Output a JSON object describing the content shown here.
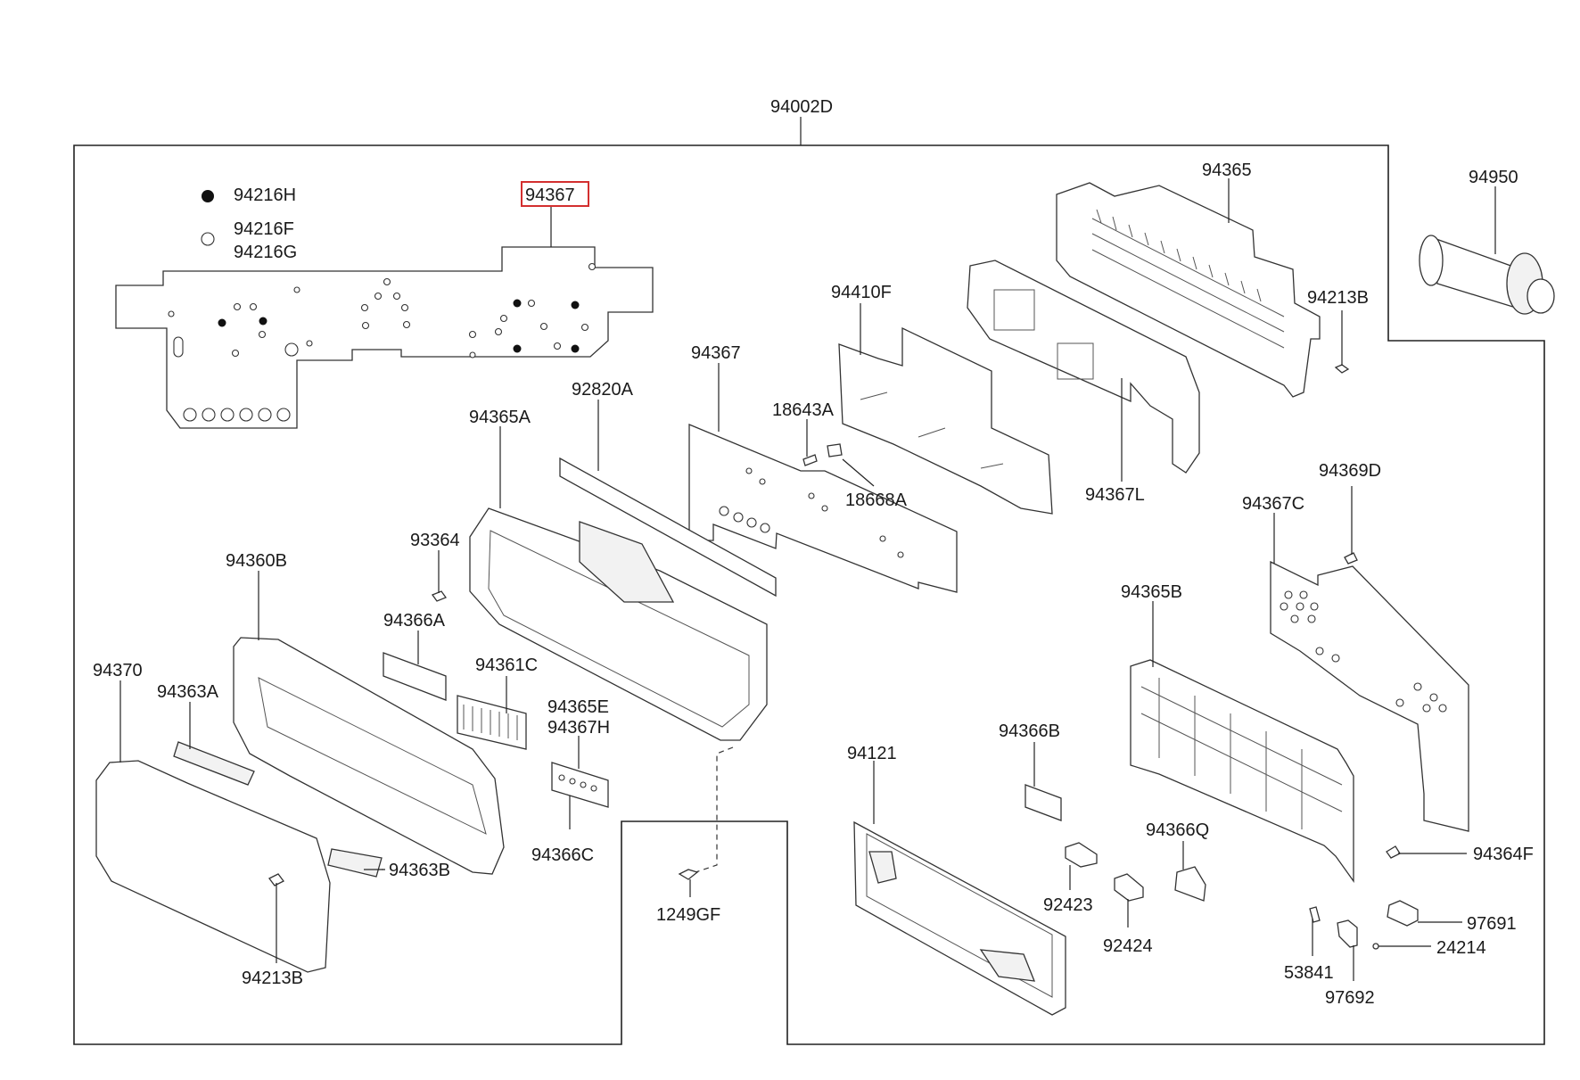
{
  "assembly_label": "94002D",
  "legend": {
    "filled_label": "94216H",
    "open_label_1": "94216F",
    "open_label_2": "94216G"
  },
  "highlight": {
    "label": "94367",
    "color": "#d32f2f"
  },
  "callouts": {
    "c94365": "94365",
    "c94950": "94950",
    "c94213B_top": "94213B",
    "c94410F": "94410F",
    "c94367_mid": "94367",
    "c92820A": "92820A",
    "c94365A": "94365A",
    "c18643A": "18643A",
    "c18668A": "18668A",
    "c94367L": "94367L",
    "c94369D": "94369D",
    "c94367C": "94367C",
    "c93364": "93364",
    "c94360B": "94360B",
    "c94366A": "94366A",
    "c94361C": "94361C",
    "c94365B": "94365B",
    "c94370": "94370",
    "c94363A": "94363A",
    "c94365E": "94365E",
    "c94367H": "94367H",
    "c94366B": "94366B",
    "c94121": "94121",
    "c94366Q": "94366Q",
    "c94366C": "94366C",
    "c94364F": "94364F",
    "c94363B": "94363B",
    "c92423": "92423",
    "c1249GF": "1249GF",
    "c97691": "97691",
    "c92424": "92424",
    "c24214": "24214",
    "c94213B_bottom": "94213B",
    "c53841": "53841",
    "c97692": "97692"
  }
}
